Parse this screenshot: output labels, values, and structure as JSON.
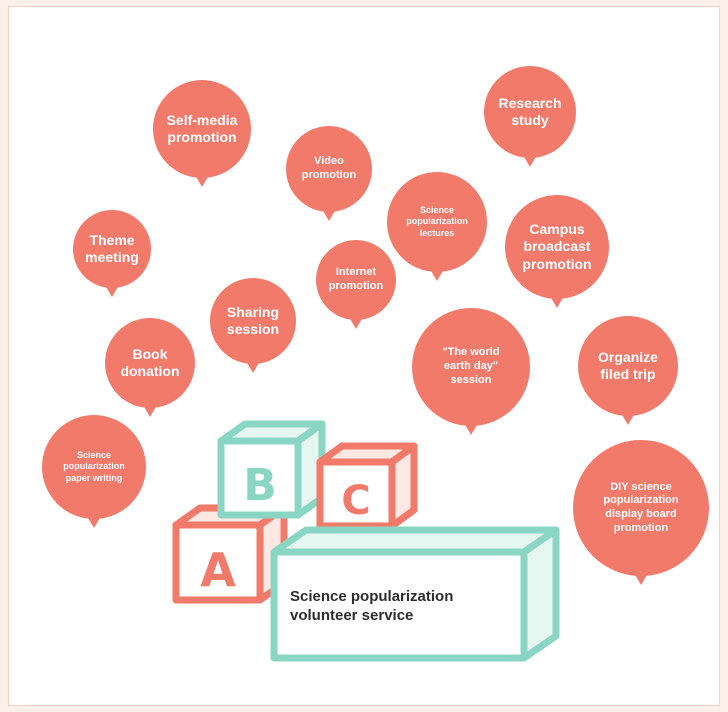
{
  "colors": {
    "bubble": "#f27a6b",
    "teal": "#8ad6c4",
    "block_red": "#f27a6b"
  },
  "bubbles": [
    {
      "id": "self-media",
      "text": "Self-media\npromotion"
    },
    {
      "id": "video",
      "text": "Video\npromotion"
    },
    {
      "id": "research",
      "text": "Research\nstudy"
    },
    {
      "id": "science-lectures",
      "text": "Science\npopularization\nlectures"
    },
    {
      "id": "campus",
      "text": "Campus\nbroadcast\npromotion"
    },
    {
      "id": "theme",
      "text": "Theme\nmeeting"
    },
    {
      "id": "internet",
      "text": "Internet\npromotion"
    },
    {
      "id": "sharing",
      "text": "Sharing\nsession"
    },
    {
      "id": "earth-day",
      "text": "\"The world\nearth day\"\nsession"
    },
    {
      "id": "field-trip",
      "text": "Organize\nfiled trip"
    },
    {
      "id": "book",
      "text": "Book\ndonation"
    },
    {
      "id": "paper",
      "text": "Science\npopularization\npaper writing"
    },
    {
      "id": "diy",
      "text": "DIY science\npopularization\ndisplay board\npromotion"
    }
  ],
  "blocks": {
    "a": "A",
    "b": "B",
    "c": "C"
  },
  "service": {
    "line1": "Science popularization",
    "line2": "volunteer service"
  }
}
